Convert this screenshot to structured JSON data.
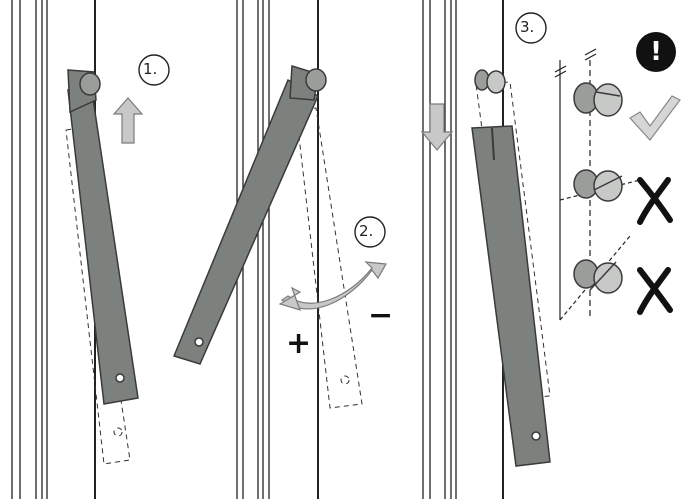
{
  "steps": [
    "1.",
    "2.",
    "3."
  ],
  "adjust_signs": {
    "plus": "+",
    "minus": "−"
  },
  "warning_symbol": "!",
  "icons": [
    "up-arrow-icon",
    "down-arrow-icon",
    "curved-double-arrow-icon",
    "checkmark-icon",
    "cross-icon",
    "warning-icon"
  ],
  "colors": {
    "bar_fill": "#7d817d",
    "bar_edge": "#3a3a3a",
    "arrow_fill": "#c8c8c8",
    "arrow_edge": "#7a7a7a",
    "line": "#222222",
    "background": "#ffffff"
  }
}
